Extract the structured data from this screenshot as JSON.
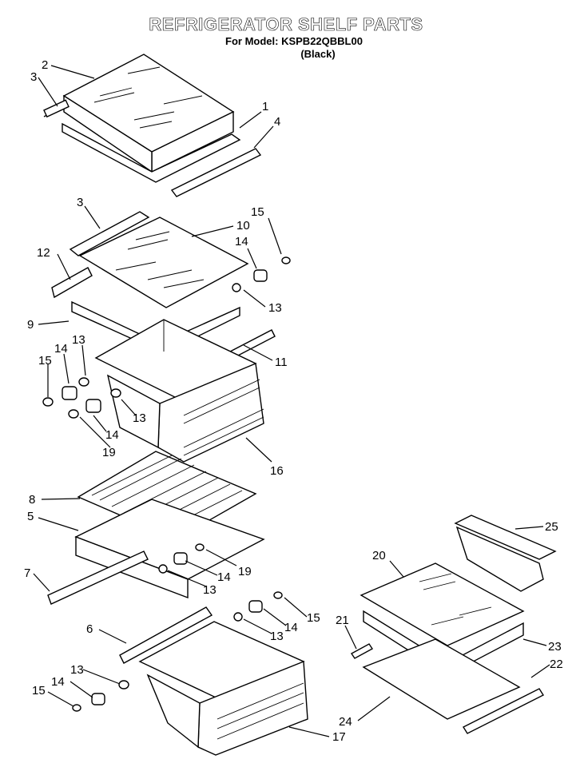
{
  "title": "REFRIGERATOR SHELF PARTS",
  "model_line": "For Model: KSPB22QBBL00",
  "color_line": "(Black)",
  "callouts": [
    {
      "label": "2"
    },
    {
      "label": "3"
    },
    {
      "label": "1"
    },
    {
      "label": "4"
    },
    {
      "label": "3"
    },
    {
      "label": "10"
    },
    {
      "label": "15"
    },
    {
      "label": "14"
    },
    {
      "label": "12"
    },
    {
      "label": "13"
    },
    {
      "label": "9"
    },
    {
      "label": "13"
    },
    {
      "label": "14"
    },
    {
      "label": "11"
    },
    {
      "label": "15"
    },
    {
      "label": "13"
    },
    {
      "label": "14"
    },
    {
      "label": "19"
    },
    {
      "label": "16"
    },
    {
      "label": "8"
    },
    {
      "label": "5"
    },
    {
      "label": "7"
    },
    {
      "label": "14"
    },
    {
      "label": "19"
    },
    {
      "label": "13"
    },
    {
      "label": "25"
    },
    {
      "label": "20"
    },
    {
      "label": "6"
    },
    {
      "label": "15"
    },
    {
      "label": "14"
    },
    {
      "label": "13"
    },
    {
      "label": "21"
    },
    {
      "label": "23"
    },
    {
      "label": "13"
    },
    {
      "label": "14"
    },
    {
      "label": "22"
    },
    {
      "label": "15"
    },
    {
      "label": "24"
    },
    {
      "label": "17"
    }
  ]
}
